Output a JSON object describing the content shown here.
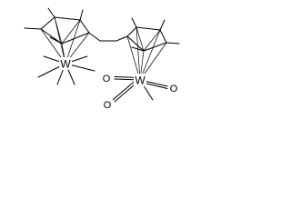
{
  "molecule": {
    "metal_left": "W",
    "metal_right": "W",
    "carbonyl_left_upper": "O",
    "carbonyl_right": "O",
    "carbonyl_lower": "O"
  }
}
